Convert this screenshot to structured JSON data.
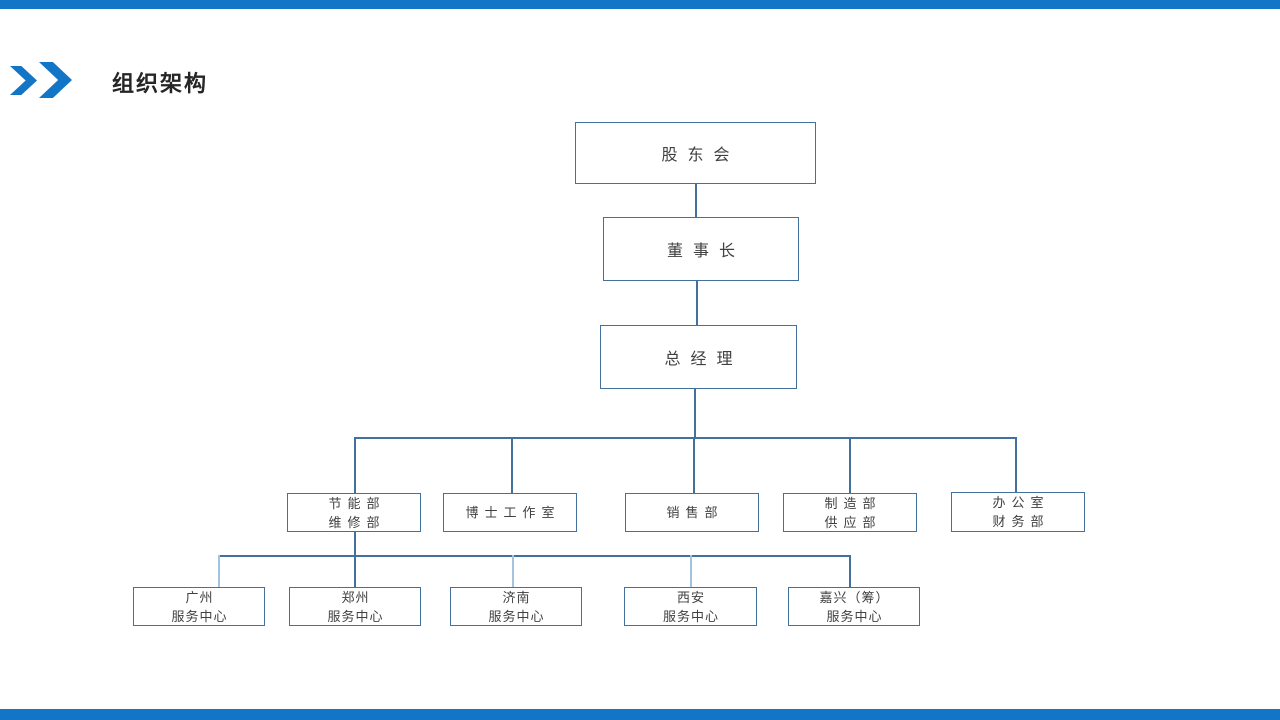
{
  "header": {
    "title": "组织架构"
  },
  "colors": {
    "accent_blue": "#1375C6",
    "box_border": "#41719C",
    "connector": "#41719C",
    "connector_light": "#A3C4E1",
    "box_text": "#404040",
    "title_text": "#262626",
    "background": "#FFFFFF"
  },
  "org_chart": {
    "root": {
      "lines": [
        "股东会"
      ]
    },
    "chairman": {
      "lines": [
        "董事长"
      ]
    },
    "general_manager": {
      "lines": [
        "总经理"
      ]
    },
    "departments": [
      {
        "lines": [
          "节能部",
          "维修部"
        ]
      },
      {
        "lines": [
          "博士工作室"
        ]
      },
      {
        "lines": [
          "销售部"
        ]
      },
      {
        "lines": [
          "制造部",
          "供应部"
        ]
      },
      {
        "lines": [
          "办公室",
          "财务部"
        ]
      }
    ],
    "service_centers": [
      {
        "lines": [
          "广州",
          "服务中心"
        ]
      },
      {
        "lines": [
          "郑州",
          "服务中心"
        ]
      },
      {
        "lines": [
          "济南",
          "服务中心"
        ]
      },
      {
        "lines": [
          "西安",
          "服务中心"
        ]
      },
      {
        "lines": [
          "嘉兴（筹）",
          "服务中心"
        ]
      }
    ]
  }
}
